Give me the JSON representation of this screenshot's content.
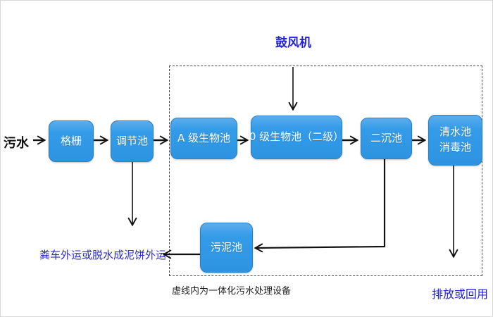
{
  "diagram": {
    "title_hint": "integrated wastewater treatment process flow",
    "labels": {
      "influent": "污水",
      "blower": "鼓风机",
      "sludge_disposal": "粪车外运或脱水成泥饼外运",
      "dashed_note": "虚线内为一体化污水处理设备",
      "effluent": "排放或回用"
    },
    "nodes": [
      {
        "id": "grid",
        "label": "格栅"
      },
      {
        "id": "regulating-tank",
        "label": "调节池"
      },
      {
        "id": "a-bio-tank",
        "label": "A 级生物池"
      },
      {
        "id": "o-bio-tank",
        "label": "0 级生物池（二级）"
      },
      {
        "id": "secondary-sedimentation-tank",
        "label": "二沉池"
      },
      {
        "id": "clean-water-tank",
        "label_line1": "清水池",
        "label_line2": "消毒池"
      },
      {
        "id": "sludge-tank",
        "label": "污泥池"
      }
    ],
    "colors": {
      "node_fill": "#339BE8",
      "node_border": "#2A7FC2",
      "node_text": "#FFFFFF",
      "annotation_blue": "#2121DD",
      "arrow": "#111111",
      "dashed_border": "#4A4A4A"
    }
  }
}
